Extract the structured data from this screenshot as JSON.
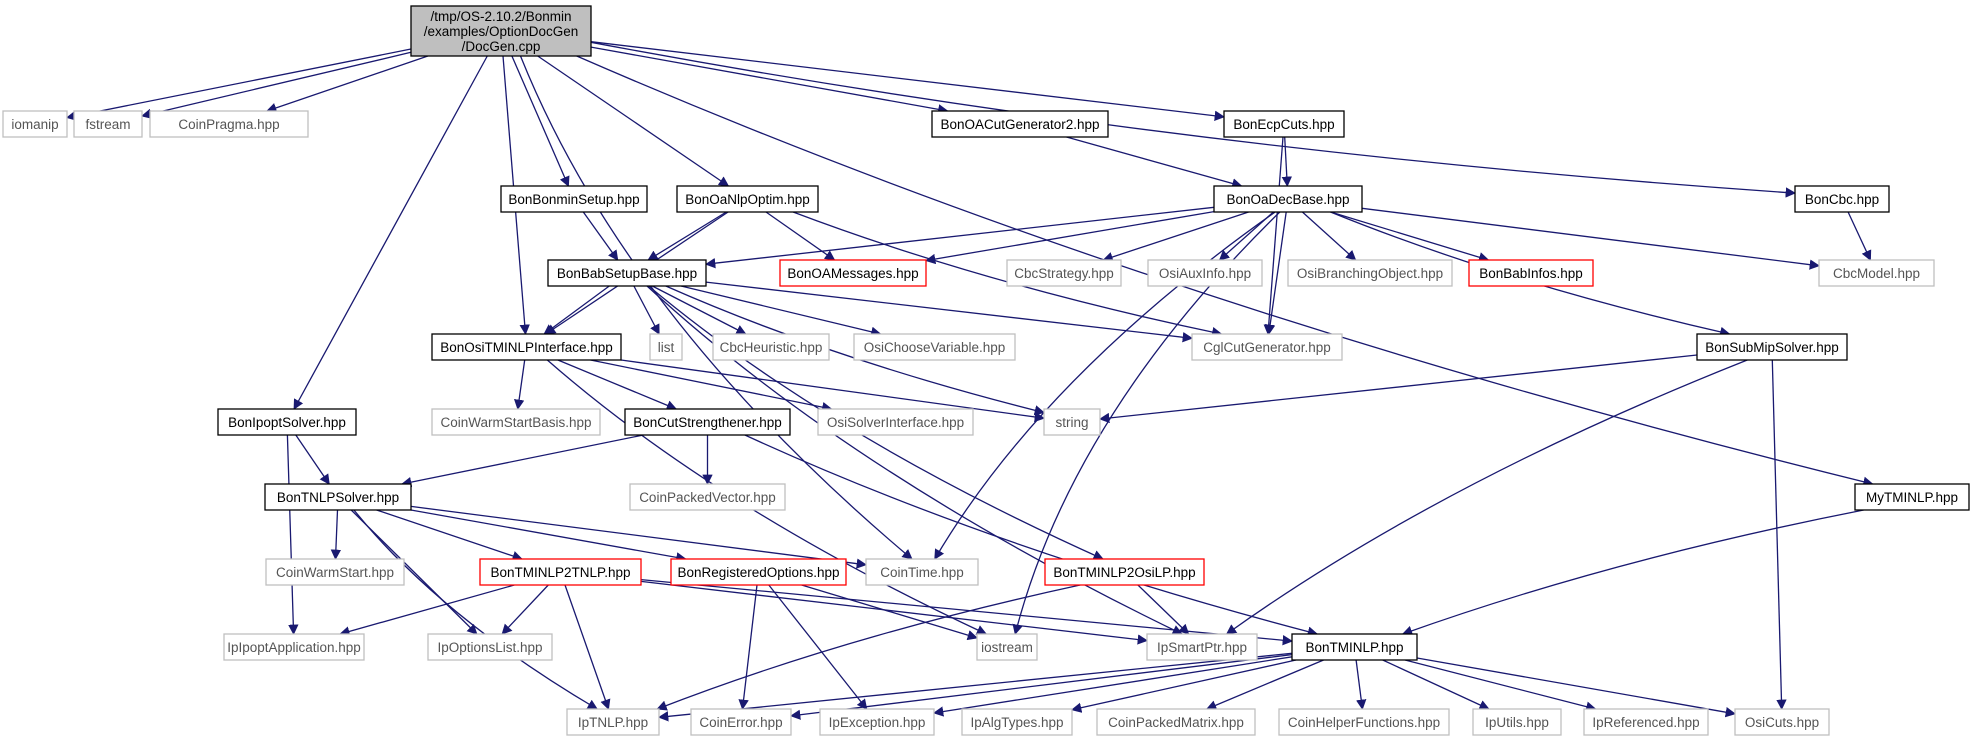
{
  "colors": {
    "edge": "#191970",
    "root_fill": "#bfbfbf",
    "normal_border": "#000000",
    "truncated_border": "#ff0000",
    "external_border": "#bfbfbf"
  },
  "nodes": [
    {
      "id": "root",
      "lines": [
        "/tmp/OS-2.10.2/Bonmin",
        "/examples/OptionDocGen",
        "/DocGen.cpp"
      ],
      "kind": "root"
    },
    {
      "id": "iomanip",
      "lines": [
        "iomanip"
      ],
      "kind": "external"
    },
    {
      "id": "fstream",
      "lines": [
        "fstream"
      ],
      "kind": "external"
    },
    {
      "id": "coinpragma",
      "lines": [
        "CoinPragma.hpp"
      ],
      "kind": "external"
    },
    {
      "id": "bonoacutgen2",
      "lines": [
        "BonOACutGenerator2.hpp"
      ],
      "kind": "normal"
    },
    {
      "id": "bonecpcuts",
      "lines": [
        "BonEcpCuts.hpp"
      ],
      "kind": "normal"
    },
    {
      "id": "bonbonminsetup",
      "lines": [
        "BonBonminSetup.hpp"
      ],
      "kind": "normal"
    },
    {
      "id": "bonoanlpoptim",
      "lines": [
        "BonOaNlpOptim.hpp"
      ],
      "kind": "normal"
    },
    {
      "id": "bonoadecbase",
      "lines": [
        "BonOaDecBase.hpp"
      ],
      "kind": "normal"
    },
    {
      "id": "boncbc",
      "lines": [
        "BonCbc.hpp"
      ],
      "kind": "normal"
    },
    {
      "id": "bonbabsetupbase",
      "lines": [
        "BonBabSetupBase.hpp"
      ],
      "kind": "normal"
    },
    {
      "id": "bonoamessages",
      "lines": [
        "BonOAMessages.hpp"
      ],
      "kind": "truncated"
    },
    {
      "id": "cbcstrategy",
      "lines": [
        "CbcStrategy.hpp"
      ],
      "kind": "external"
    },
    {
      "id": "osiauxinfo",
      "lines": [
        "OsiAuxInfo.hpp"
      ],
      "kind": "external"
    },
    {
      "id": "osibranchingobject",
      "lines": [
        "OsiBranchingObject.hpp"
      ],
      "kind": "external"
    },
    {
      "id": "bonbabinfos",
      "lines": [
        "BonBabInfos.hpp"
      ],
      "kind": "truncated"
    },
    {
      "id": "cbcmodel",
      "lines": [
        "CbcModel.hpp"
      ],
      "kind": "external"
    },
    {
      "id": "bonositminlpinterface",
      "lines": [
        "BonOsiTMINLPInterface.hpp"
      ],
      "kind": "normal"
    },
    {
      "id": "list",
      "lines": [
        "list"
      ],
      "kind": "external"
    },
    {
      "id": "cbcheuristic",
      "lines": [
        "CbcHeuristic.hpp"
      ],
      "kind": "external"
    },
    {
      "id": "osichoosevariable",
      "lines": [
        "OsiChooseVariable.hpp"
      ],
      "kind": "external"
    },
    {
      "id": "cglcutgenerator",
      "lines": [
        "CglCutGenerator.hpp"
      ],
      "kind": "external"
    },
    {
      "id": "bonsubmipsolver",
      "lines": [
        "BonSubMipSolver.hpp"
      ],
      "kind": "normal"
    },
    {
      "id": "bonipoptsolver",
      "lines": [
        "BonIpoptSolver.hpp"
      ],
      "kind": "normal"
    },
    {
      "id": "coinwarmstartbasis",
      "lines": [
        "CoinWarmStartBasis.hpp"
      ],
      "kind": "external"
    },
    {
      "id": "boncutstrengthener",
      "lines": [
        "BonCutStrengthener.hpp"
      ],
      "kind": "normal"
    },
    {
      "id": "osisolverinterface",
      "lines": [
        "OsiSolverInterface.hpp"
      ],
      "kind": "external"
    },
    {
      "id": "string",
      "lines": [
        "string"
      ],
      "kind": "external"
    },
    {
      "id": "mytminlp",
      "lines": [
        "MyTMINLP.hpp"
      ],
      "kind": "normal"
    },
    {
      "id": "bontnlpsolver",
      "lines": [
        "BonTNLPSolver.hpp"
      ],
      "kind": "normal"
    },
    {
      "id": "coinpackedvector",
      "lines": [
        "CoinPackedVector.hpp"
      ],
      "kind": "external"
    },
    {
      "id": "coinwarmstart",
      "lines": [
        "CoinWarmStart.hpp"
      ],
      "kind": "external"
    },
    {
      "id": "bontminlp2tnlp",
      "lines": [
        "BonTMINLP2TNLP.hpp"
      ],
      "kind": "truncated"
    },
    {
      "id": "bonregisteredoptions",
      "lines": [
        "BonRegisteredOptions.hpp"
      ],
      "kind": "truncated"
    },
    {
      "id": "cointime",
      "lines": [
        "CoinTime.hpp"
      ],
      "kind": "external"
    },
    {
      "id": "bontminlp2osilp",
      "lines": [
        "BonTMINLP2OsiLP.hpp"
      ],
      "kind": "truncated"
    },
    {
      "id": "ipipoptapplication",
      "lines": [
        "IpIpoptApplication.hpp"
      ],
      "kind": "external"
    },
    {
      "id": "ipoptionslist",
      "lines": [
        "IpOptionsList.hpp"
      ],
      "kind": "external"
    },
    {
      "id": "iostream",
      "lines": [
        "iostream"
      ],
      "kind": "external"
    },
    {
      "id": "ipsmartptr",
      "lines": [
        "IpSmartPtr.hpp"
      ],
      "kind": "external"
    },
    {
      "id": "bontminlp",
      "lines": [
        "BonTMINLP.hpp"
      ],
      "kind": "normal"
    },
    {
      "id": "iptnlp",
      "lines": [
        "IpTNLP.hpp"
      ],
      "kind": "external"
    },
    {
      "id": "coinerror",
      "lines": [
        "CoinError.hpp"
      ],
      "kind": "external"
    },
    {
      "id": "ipexception",
      "lines": [
        "IpException.hpp"
      ],
      "kind": "external"
    },
    {
      "id": "ipalgtypes",
      "lines": [
        "IpAlgTypes.hpp"
      ],
      "kind": "external"
    },
    {
      "id": "coinpackedmatrix",
      "lines": [
        "CoinPackedMatrix.hpp"
      ],
      "kind": "external"
    },
    {
      "id": "coinhelperfunctions",
      "lines": [
        "CoinHelperFunctions.hpp"
      ],
      "kind": "external"
    },
    {
      "id": "iputils",
      "lines": [
        "IpUtils.hpp"
      ],
      "kind": "external"
    },
    {
      "id": "ipreferenced",
      "lines": [
        "IpReferenced.hpp"
      ],
      "kind": "external"
    },
    {
      "id": "osicuts",
      "lines": [
        "OsiCuts.hpp"
      ],
      "kind": "external"
    }
  ],
  "edges": [
    [
      "root",
      "iomanip"
    ],
    [
      "root",
      "fstream"
    ],
    [
      "root",
      "coinpragma"
    ],
    [
      "root",
      "bonoacutgen2"
    ],
    [
      "root",
      "bonecpcuts"
    ],
    [
      "root",
      "bonbonminsetup"
    ],
    [
      "root",
      "bonoanlpoptim"
    ],
    [
      "root",
      "boncbc"
    ],
    [
      "root",
      "bonositminlpinterface"
    ],
    [
      "root",
      "bonipoptsolver"
    ],
    [
      "root",
      "cointime"
    ],
    [
      "root",
      "mytminlp"
    ],
    [
      "bonoacutgen2",
      "bonoadecbase"
    ],
    [
      "bonecpcuts",
      "bonoadecbase"
    ],
    [
      "bonecpcuts",
      "cglcutgenerator"
    ],
    [
      "bonbonminsetup",
      "bonbabsetupbase"
    ],
    [
      "bonoanlpoptim",
      "bonbabsetupbase"
    ],
    [
      "bonoanlpoptim",
      "bonoamessages"
    ],
    [
      "bonoanlpoptim",
      "bonositminlpinterface"
    ],
    [
      "bonoanlpoptim",
      "cglcutgenerator"
    ],
    [
      "bonoadecbase",
      "bonbabsetupbase"
    ],
    [
      "bonoadecbase",
      "bonoamessages"
    ],
    [
      "bonoadecbase",
      "cbcstrategy"
    ],
    [
      "bonoadecbase",
      "osiauxinfo"
    ],
    [
      "bonoadecbase",
      "osibranchingobject"
    ],
    [
      "bonoadecbase",
      "bonbabinfos"
    ],
    [
      "bonoadecbase",
      "cbcmodel"
    ],
    [
      "bonoadecbase",
      "bonsubmipsolver"
    ],
    [
      "bonoadecbase",
      "cglcutgenerator"
    ],
    [
      "bonoadecbase",
      "cointime"
    ],
    [
      "bonoadecbase",
      "iostream"
    ],
    [
      "boncbc",
      "cbcmodel"
    ],
    [
      "bonbabsetupbase",
      "bonositminlpinterface"
    ],
    [
      "bonbabsetupbase",
      "list"
    ],
    [
      "bonbabsetupbase",
      "cbcheuristic"
    ],
    [
      "bonbabsetupbase",
      "osichoosevariable"
    ],
    [
      "bonbabsetupbase",
      "cglcutgenerator"
    ],
    [
      "bonbabsetupbase",
      "string"
    ],
    [
      "bonbabsetupbase",
      "bontminlp2osilp"
    ],
    [
      "bonbabsetupbase",
      "ipsmartptr"
    ],
    [
      "bonositminlpinterface",
      "coinwarmstartbasis"
    ],
    [
      "bonositminlpinterface",
      "boncutstrengthener"
    ],
    [
      "bonositminlpinterface",
      "osisolverinterface"
    ],
    [
      "bonositminlpinterface",
      "string"
    ],
    [
      "bonositminlpinterface",
      "iostream"
    ],
    [
      "bonsubmipsolver",
      "string"
    ],
    [
      "bonsubmipsolver",
      "ipsmartptr"
    ],
    [
      "bonsubmipsolver",
      "osicuts"
    ],
    [
      "bonipoptsolver",
      "bontnlpsolver"
    ],
    [
      "bonipoptsolver",
      "ipipoptapplication"
    ],
    [
      "boncutstrengthener",
      "bontnlpsolver"
    ],
    [
      "boncutstrengthener",
      "coinpackedvector"
    ],
    [
      "boncutstrengthener",
      "bontminlp"
    ],
    [
      "mytminlp",
      "bontminlp"
    ],
    [
      "bontnlpsolver",
      "coinwarmstart"
    ],
    [
      "bontnlpsolver",
      "bontminlp2tnlp"
    ],
    [
      "bontnlpsolver",
      "bonregisteredoptions"
    ],
    [
      "bontnlpsolver",
      "cointime"
    ],
    [
      "bontnlpsolver",
      "ipoptionslist"
    ],
    [
      "bontnlpsolver",
      "iptnlp"
    ],
    [
      "bontminlp2tnlp",
      "ipipoptapplication"
    ],
    [
      "bontminlp2tnlp",
      "ipoptionslist"
    ],
    [
      "bontminlp2tnlp",
      "iptnlp"
    ],
    [
      "bontminlp2tnlp",
      "ipsmartptr"
    ],
    [
      "bontminlp2tnlp",
      "bontminlp"
    ],
    [
      "bonregisteredoptions",
      "iostream"
    ],
    [
      "bonregisteredoptions",
      "coinerror"
    ],
    [
      "bonregisteredoptions",
      "ipexception"
    ],
    [
      "bontminlp2osilp",
      "ipsmartptr"
    ],
    [
      "bontminlp2osilp",
      "iptnlp"
    ],
    [
      "bontminlp",
      "iptnlp"
    ],
    [
      "bontminlp",
      "coinerror"
    ],
    [
      "bontminlp",
      "ipexception"
    ],
    [
      "bontminlp",
      "ipalgtypes"
    ],
    [
      "bontminlp",
      "coinpackedmatrix"
    ],
    [
      "bontminlp",
      "coinhelperfunctions"
    ],
    [
      "bontminlp",
      "iputils"
    ],
    [
      "bontminlp",
      "ipreferenced"
    ],
    [
      "bontminlp",
      "osicuts"
    ]
  ]
}
